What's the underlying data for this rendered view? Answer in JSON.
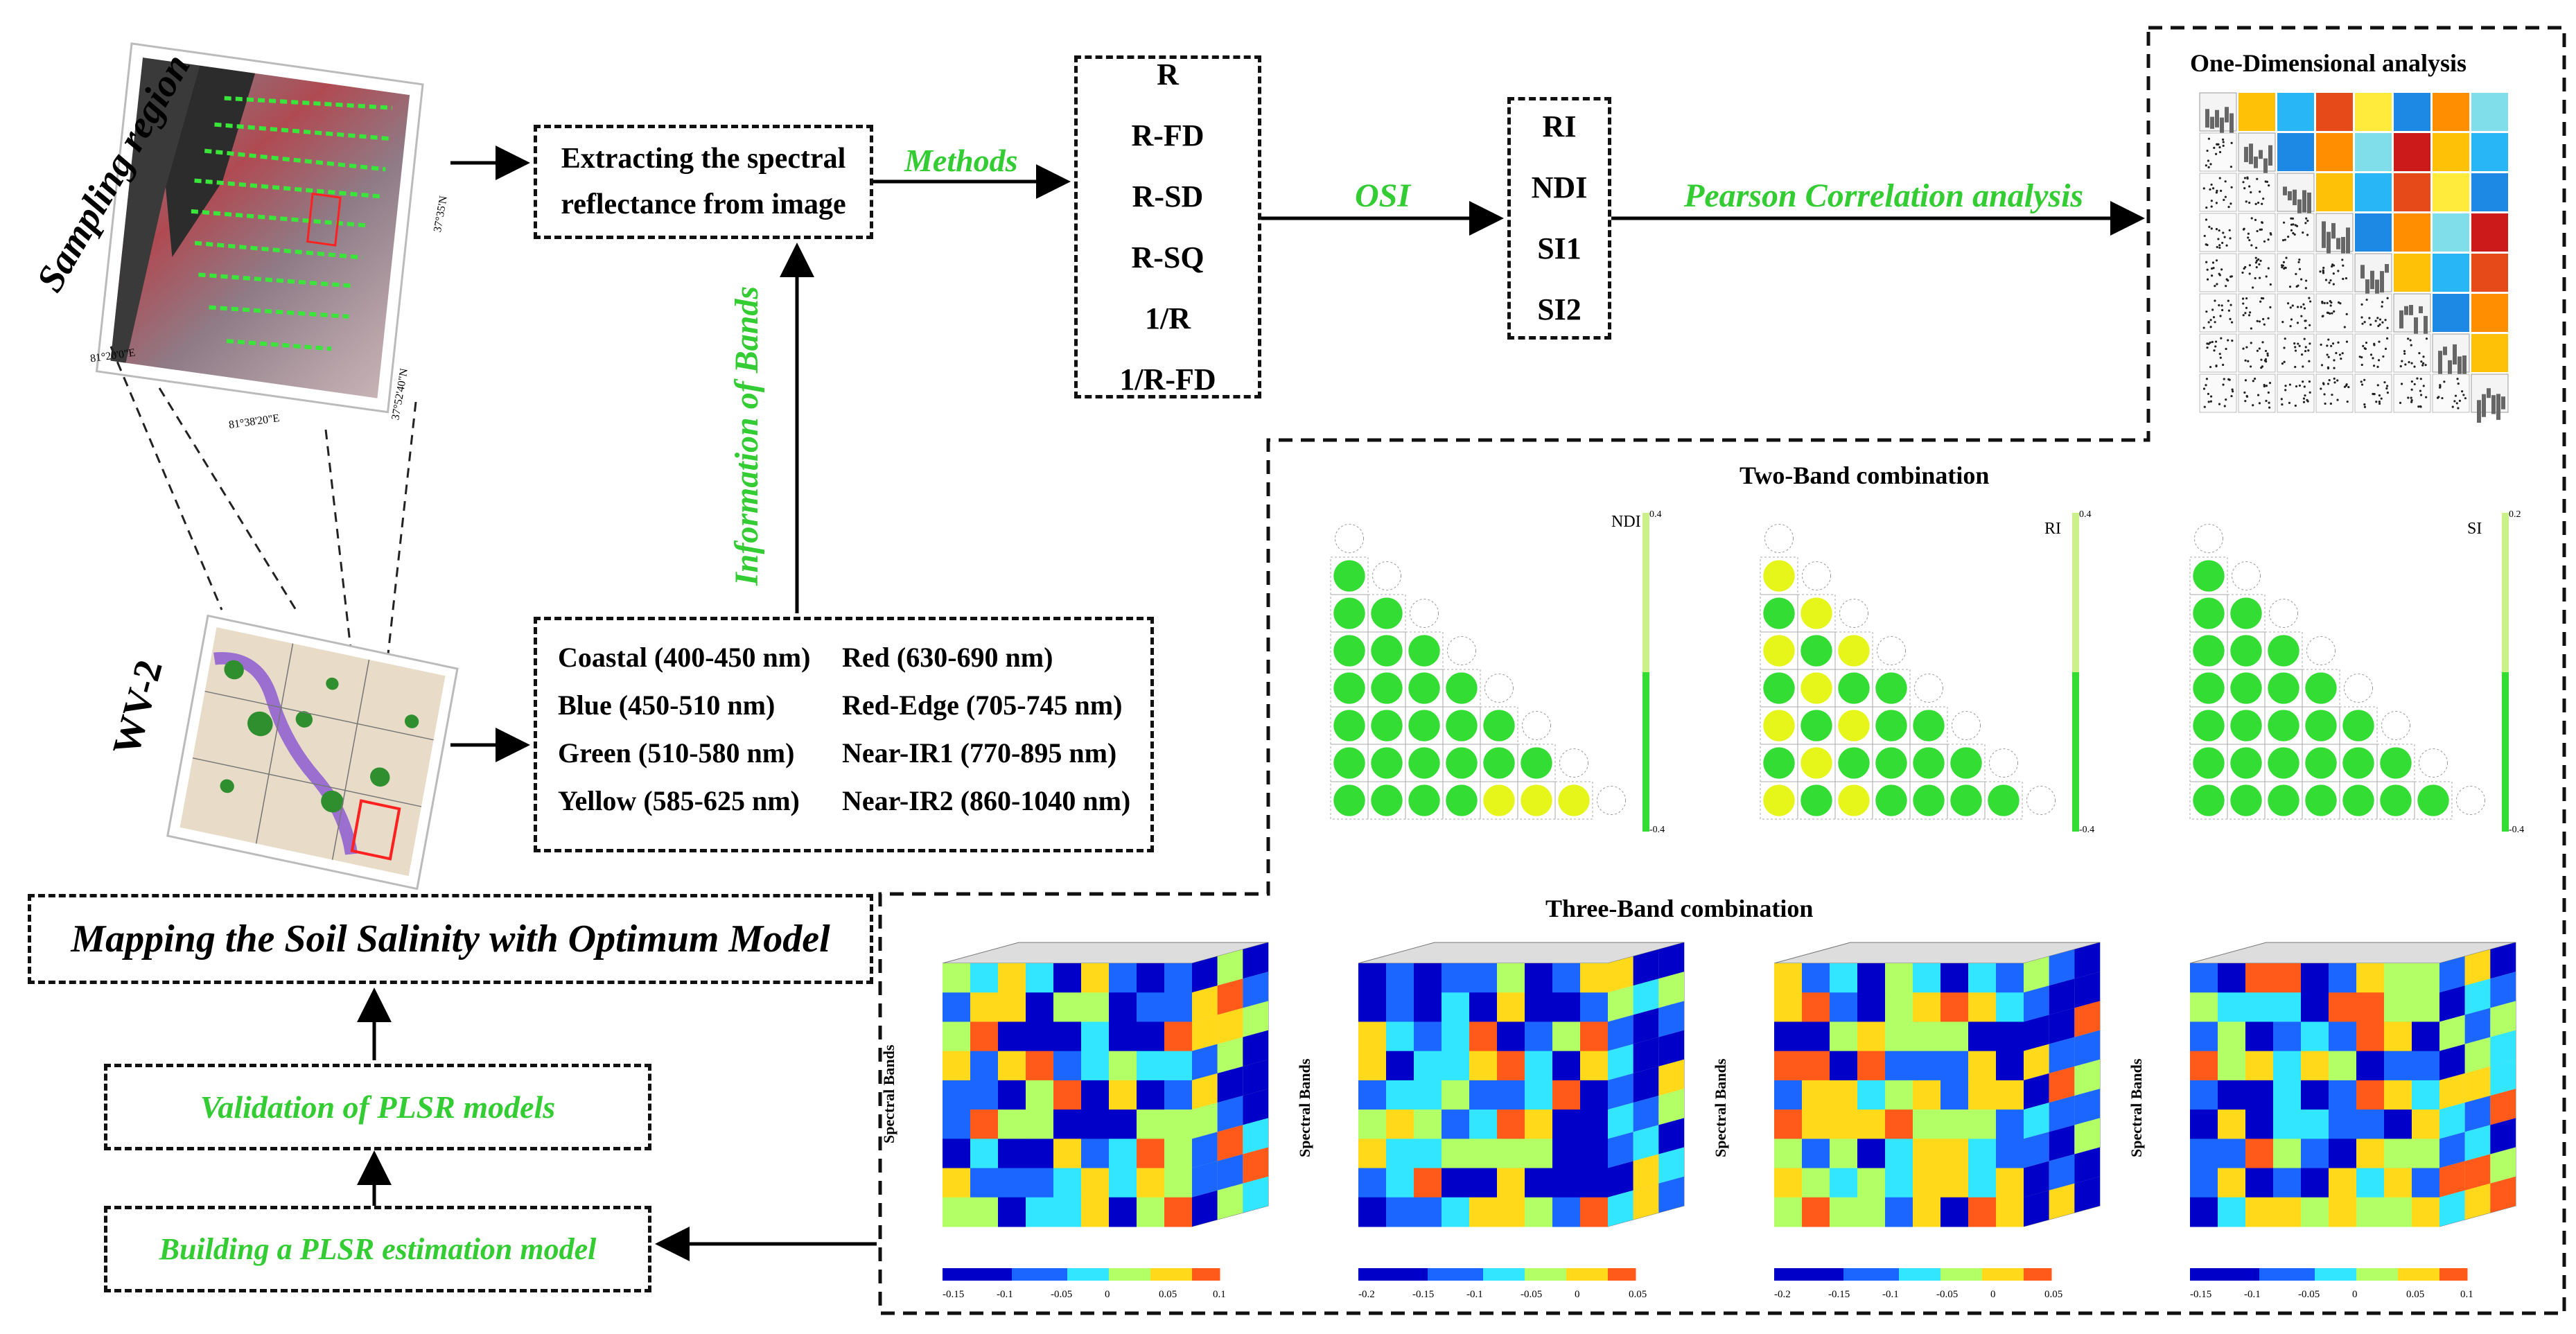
{
  "sampling_region": {
    "title": "Sampling region",
    "coords": [
      "81°20'0\"E",
      "81°38'20\"E",
      "37°52'40\"N",
      "37°35'N"
    ]
  },
  "wv2": {
    "title": "WV-2"
  },
  "extract_box": {
    "text_line1": "Extracting the spectral",
    "text_line2": "reflectance from image"
  },
  "labels": {
    "methods": "Methods",
    "osi": "OSI",
    "pearson": "Pearson Correlation analysis",
    "info_bands": "Information of Bands"
  },
  "methods": [
    "R",
    "R-FD",
    "R-SD",
    "R-SQ",
    "1/R",
    "1/R-FD"
  ],
  "indices": [
    "RI",
    "NDI",
    "SI1",
    "SI2"
  ],
  "bands": [
    [
      "Coastal (400-450 nm)",
      "Red (630-690 nm)"
    ],
    [
      "Blue (450-510 nm)",
      "Red-Edge (705-745 nm)"
    ],
    [
      "Green (510-580 nm)",
      "Near-IR1 (770-895 nm)"
    ],
    [
      "Yellow (585-625 nm)",
      "Near-IR2 (860-1040 nm)"
    ]
  ],
  "one_dim": {
    "title": "One-Dimensional analysis"
  },
  "two_band": {
    "title": "Two-Band combination",
    "panels": [
      {
        "name": "NDI",
        "scale_max": "0.4",
        "scale_min": "-0.4"
      },
      {
        "name": "RI",
        "scale_max": "0.4",
        "scale_min": "-0.4"
      },
      {
        "name": "SI",
        "scale_max": "0.2",
        "scale_min": "-0.4"
      }
    ]
  },
  "three_band": {
    "title": "Three-Band combination",
    "axis_label": "Spectral Bands",
    "scales": [
      [
        "-0.15",
        "-0.1",
        "-0.05",
        "0",
        "0.05",
        "0.1"
      ],
      [
        "-0.2",
        "-0.15",
        "-0.1",
        "-0.05",
        "0",
        "0.05"
      ],
      [
        "-0.2",
        "-0.15",
        "-0.1",
        "-0.05",
        "0",
        "0.05"
      ],
      [
        "-0.15",
        "-0.1",
        "-0.05",
        "0",
        "0.05",
        "0.1"
      ]
    ]
  },
  "left_flow": {
    "mapping": "Mapping the Soil Salinity with Optimum Model",
    "validation": "Validation of PLSR models",
    "building": "Building a PLSR estimation model"
  },
  "colors": {
    "green_text": "#33cc33",
    "lime": "#22dd22",
    "yellow": "#e6f51a",
    "red": "#e02020",
    "blue": "#1a33d9"
  }
}
